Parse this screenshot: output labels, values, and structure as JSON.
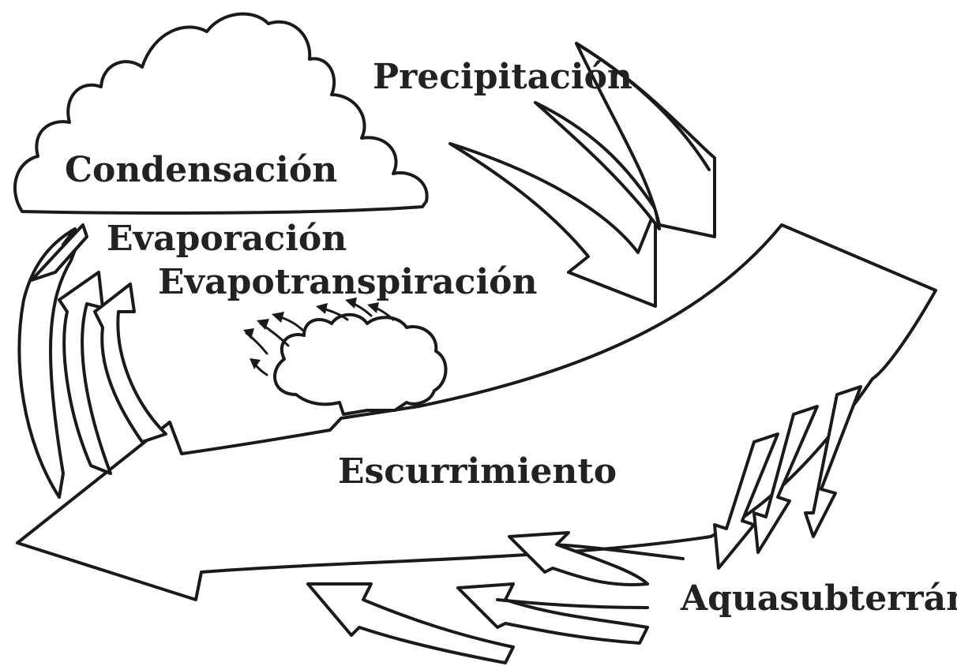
{
  "labels": {
    "precipitation": "Precipitación",
    "condensation": "Condensación",
    "evaporation": "Evaporación",
    "evapotranspiration": "Evapotranspiración",
    "runoff": "Escurrimiento",
    "groundwater": "Aquasubterráno"
  },
  "colors": {
    "ink": "#1a1a1a",
    "text": "#222222",
    "background": "#ffffff"
  }
}
